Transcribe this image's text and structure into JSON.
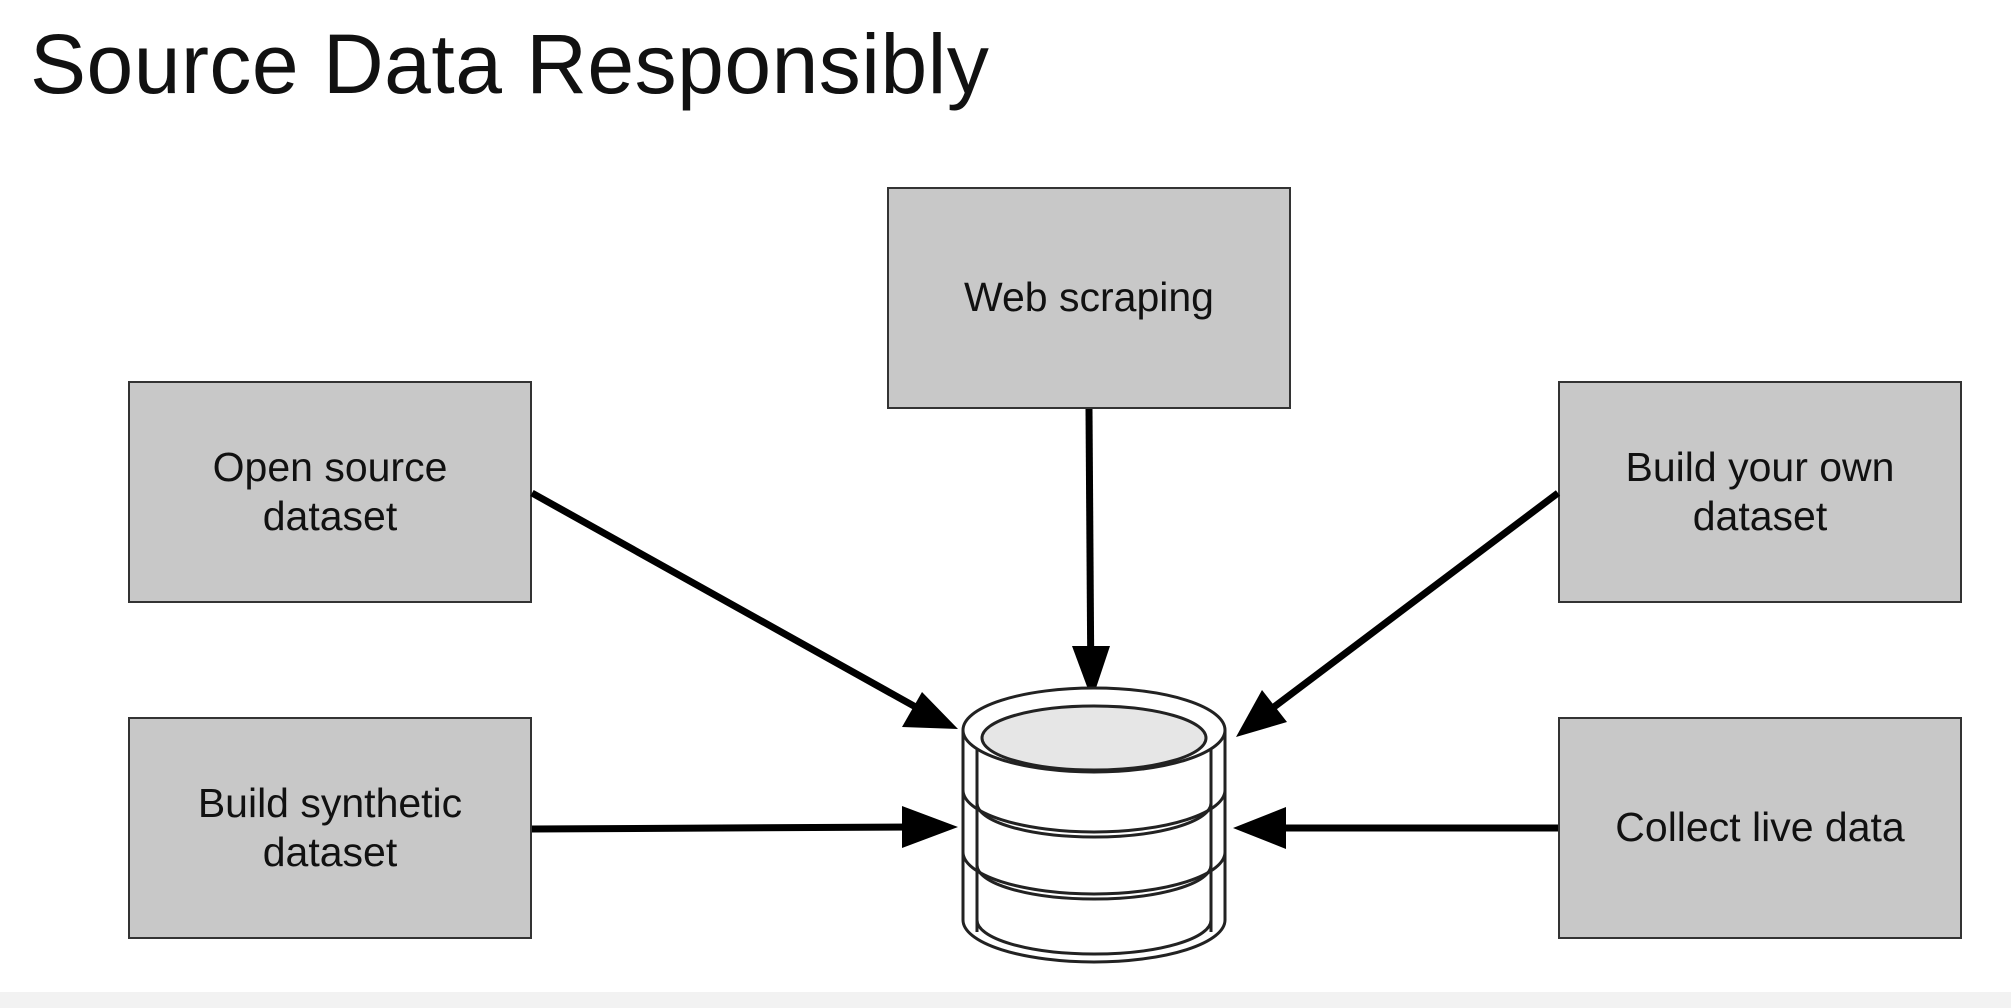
{
  "slide": {
    "title": "Source Data Responsibly"
  },
  "sources": {
    "web_scraping": "Web scraping",
    "open_source": "Open source dataset",
    "build_own": "Build your own dataset",
    "synthetic": "Build synthetic dataset",
    "live_data": "Collect live data"
  },
  "hub": {
    "icon": "database-icon"
  },
  "colors": {
    "box_fill": "#c8c8c8",
    "box_border": "#333333",
    "arrow": "#000000"
  }
}
